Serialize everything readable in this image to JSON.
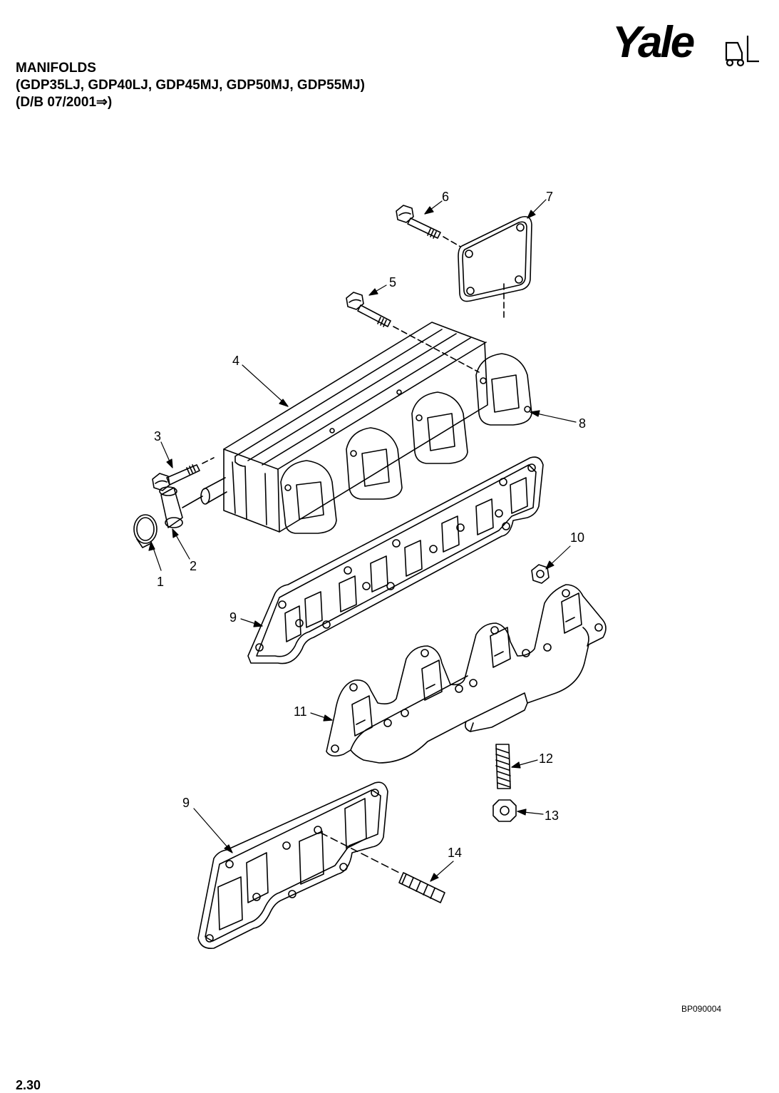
{
  "header": {
    "title": "MANIFOLDS",
    "models": "(GDP35LJ, GDP40LJ, GDP45MJ, GDP50MJ, GDP55MJ)",
    "date_range": "(D/B 07/2001⇒)"
  },
  "logo": {
    "text": "Yale"
  },
  "callouts": {
    "c1": "1",
    "c2": "2",
    "c3": "3",
    "c4": "4",
    "c5": "5",
    "c6": "6",
    "c7": "7",
    "c8": "8",
    "c9a": "9",
    "c9b": "9",
    "c10": "10",
    "c11": "11",
    "c12": "12",
    "c13": "13",
    "c14": "14"
  },
  "figure_ref": "BP090004",
  "page_number": "2.30"
}
